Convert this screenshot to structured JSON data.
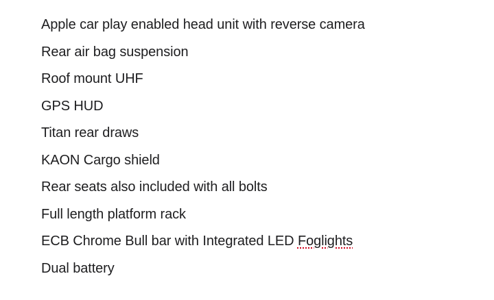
{
  "document": {
    "lines": [
      "Apple car play enabled head unit with reverse camera",
      "Rear air bag suspension",
      "Roof mount UHF",
      "GPS HUD",
      "Titan rear draws",
      "KAON Cargo shield",
      "Rear seats also included with all bolts",
      "Full length platform rack",
      {
        "prefix": "ECB Chrome Bull bar with Integrated LED ",
        "flagged_word": "Foglights"
      },
      "Dual battery"
    ]
  }
}
